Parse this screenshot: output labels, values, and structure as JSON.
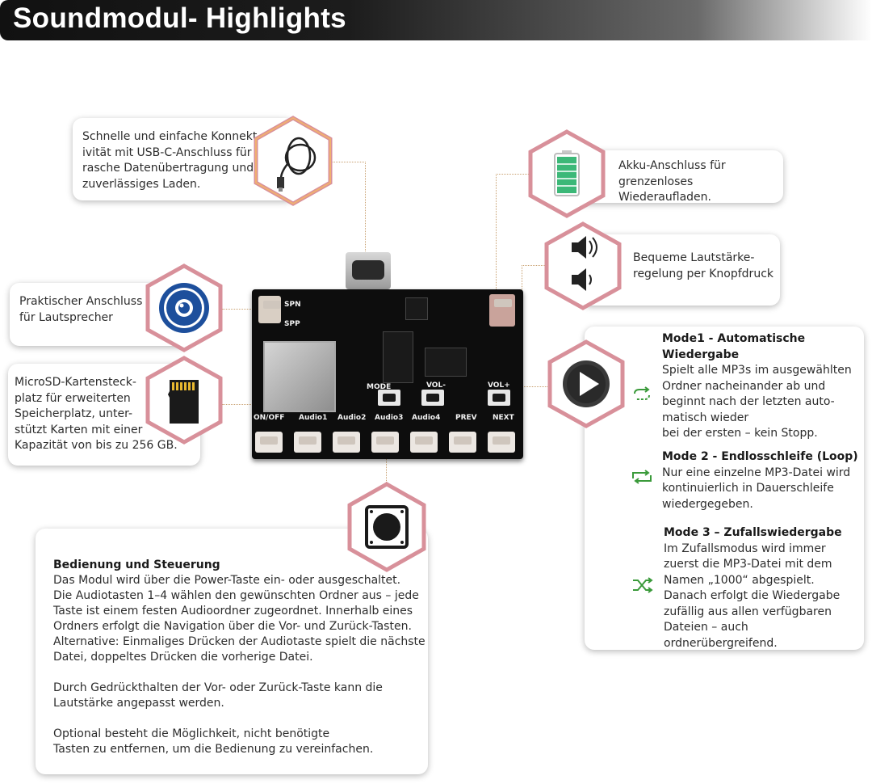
{
  "header": {
    "title": "Soundmodul- Highlights"
  },
  "features": {
    "usb": "Schnelle und einfache Konnekt-\nivität mit USB-C-Anschluss für\nrasche Datenübertragung und\nzuverlässiges Laden.",
    "battery": "Akku-Anschluss für\ngrenzenloses Wiederaufladen.",
    "volume": "Bequeme Lautstärke-\nregelung per Knopfdruck",
    "speaker": "Praktischer Anschluss\nfür Lautsprecher",
    "sdcard": "MicroSD-Kartensteck-\nplatz für  erweiterten\nSpeicherplatz,  unter-\nstützt Karten mit einer\nKapazität von bis zu 256 GB."
  },
  "modes": [
    {
      "title": "Mode1 - Automatische\nWiedergabe",
      "body": "Spielt alle MP3s im ausgewählten\nOrdner nacheinander ab und\nbeginnt nach der letzten auto-\nmatisch wieder\nbei der ersten – kein Stopp.",
      "icon": "repeat-icon"
    },
    {
      "title": "Mode 2 - Endlosschleife (Loop)",
      "body": "Nur eine einzelne MP3-Datei wird\nkontinuierlich in  Dauerschleife\nwiedergegeben.",
      "icon": "loop-icon"
    },
    {
      "title": "Mode 3 – Zufallswiedergabe",
      "body": "Im Zufallsmodus wird immer\nzuerst die MP3-Datei mit dem\nNamen „1000“ abgespielt.\nDanach erfolgt die Wiedergabe\nzufällig aus allen verfügbaren\nDateien – auch ordnerübergreifend.",
      "icon": "shuffle-icon"
    }
  ],
  "control": {
    "title": "Bedienung und Steuerung",
    "p1": "Das Modul wird über die Power-Taste ein- oder ausgeschaltet.\nDie Audiotasten 1–4 wählen den gewünschten Ordner aus – jede\nTaste ist einem festen Audioordner zugeordnet. Innerhalb eines\nOrdners erfolgt die Navigation über die Vor- und Zurück-Tasten.\nAlternative: Einmaliges Drücken der Audiotaste spielt die nächste\nDatei, doppeltes Drücken die vorherige Datei.",
    "p2": "Durch Gedrückthalten der Vor- oder Zurück-Taste kann die\nLautstärke angepasst werden.",
    "p3": "Optional besteht die Möglichkeit, nicht benötigte\nTasten zu entfernen, um die Bedienung zu vereinfachen."
  },
  "board": {
    "labels": {
      "spn": "SPN",
      "spp": "SPP",
      "mode": "MODE",
      "vol_minus": "VOL-",
      "vol_plus": "VOL+",
      "onoff": "ON/OFF",
      "audio1": "Audio1",
      "audio2": "Audio2",
      "audio3": "Audio3",
      "audio4": "Audio4",
      "prev": "PREV",
      "next": "NEXT"
    }
  },
  "colors": {
    "accent": "#e8a050",
    "hex_border": "#d98a8a",
    "mode_icon": "#3a9a3a",
    "battery": "#3cb878",
    "speaker": "#1d4f9c"
  }
}
